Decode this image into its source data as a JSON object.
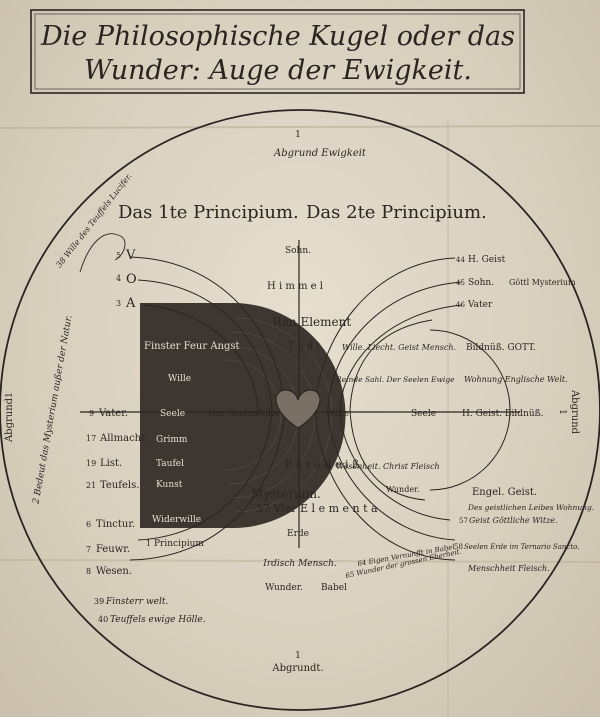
{
  "title": {
    "line1": "Die Philosophische Kugel oder das",
    "line2": "Wunder: Auge der Ewigkeit."
  },
  "principles": {
    "first": "Das 1te Principium.",
    "second": "Das 2te Principium."
  },
  "top_label": {
    "number": "1",
    "text": "Abgrund Ewigkeit"
  },
  "bottom_label": {
    "number": "1",
    "text": "Abgrundt."
  },
  "left_edge": {
    "number": "1",
    "text": "Abgrund"
  },
  "right_edge": {
    "number": "1",
    "text": "Abgrund"
  },
  "left_arc_label": "2 Bedeut das Mysterium außer der Natur.",
  "top_left_arc_label": "38 Wille des Teuffels Lucifer.",
  "left_labels": [
    {
      "num": "5",
      "text": "V"
    },
    {
      "num": "4",
      "text": "O"
    },
    {
      "num": "3",
      "text": "A"
    },
    {
      "num": "9",
      "text": "Vater."
    },
    {
      "num": "17",
      "text": "Allmacht."
    },
    {
      "num": "19",
      "text": "List."
    },
    {
      "num": "21",
      "text": "Teufels."
    },
    {
      "num": "6",
      "text": "Tinctur."
    },
    {
      "num": "7",
      "text": "Feuwr."
    },
    {
      "num": "8",
      "text": "Wesen."
    },
    {
      "num": "39",
      "text": "Finsterr welt."
    },
    {
      "num": "40",
      "text": "Teuffels ewige Hölle."
    }
  ],
  "dark_half_labels": [
    {
      "num": "",
      "text": "Finster Feur Angst"
    },
    {
      "num": "",
      "text": "Wille"
    },
    {
      "num": "",
      "text": "Seele"
    },
    {
      "num": "",
      "text": "Grimm"
    },
    {
      "num": "",
      "text": "Taufel"
    },
    {
      "num": "",
      "text": "Kunst"
    },
    {
      "num": "",
      "text": "Widerwille"
    },
    {
      "num": "1",
      "text": "Principium"
    }
  ],
  "center": {
    "sohn": "Sohn.",
    "himmel": "H i m m e l",
    "element": "Ren Element",
    "todt": "T o d t",
    "paradeis": "P a r a d e i ß",
    "mysterium": "Mysterium.",
    "vier_elementa": "57 Vier E l e m e n t a",
    "erde": "Erde",
    "irdisch": "Irdisch Mensch.",
    "wunder": "Wunder.",
    "babel": "Babel",
    "der_seelen": "Der Seelen",
    "wille_left": "Wille",
    "wille_right": "Wille"
  },
  "right_labels": [
    {
      "num": "44",
      "text": "H. Geist"
    },
    {
      "num": "45",
      "text": "Sohn."
    },
    {
      "num": "",
      "text": "Göttl Mysterium"
    },
    {
      "num": "46",
      "text": "Vater"
    },
    {
      "num": "",
      "text": "Wille. Liecht. Geist Mensch."
    },
    {
      "num": "",
      "text": "Bildnüß. GOTT."
    },
    {
      "num": "",
      "text": "Reinde Sahl. Der Seelen Ewige"
    },
    {
      "num": "",
      "text": "Wohnung Englische Welt."
    },
    {
      "num": "",
      "text": "Seele"
    },
    {
      "num": "",
      "text": "H. Geist. Bildnüß."
    },
    {
      "num": "",
      "text": "Wesenheit. Christ Fleisch"
    },
    {
      "num": "",
      "text": "Wunder."
    },
    {
      "num": "",
      "text": "Engel. Geist."
    },
    {
      "num": "",
      "text": "Des geistlichen Leibes Wohnung."
    },
    {
      "num": "57",
      "text": "Geist Göttliche Witze."
    },
    {
      "num": "58",
      "text": "Seelen Erde im Ternario Sancto."
    },
    {
      "num": "",
      "text": "64 Eigen Vernunfft in Babel"
    },
    {
      "num": "",
      "text": "65 Wunder der grossen Eberheit."
    },
    {
      "num": "",
      "text": "Menschheit Fleisch."
    }
  ]
}
